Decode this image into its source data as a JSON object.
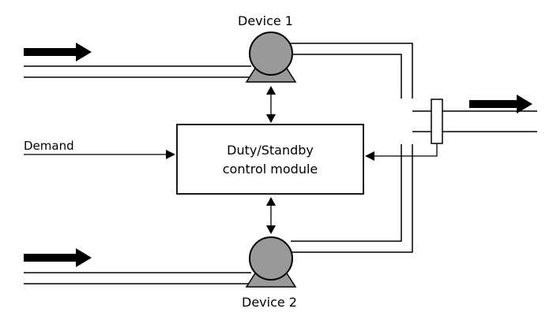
{
  "devices": {
    "device1_label": "Device 1",
    "device2_label": "Device 2"
  },
  "controller": {
    "line1": "Duty/Standby",
    "line2": "control module"
  },
  "inputs": {
    "demand_label": "Demand"
  },
  "colors": {
    "pump_fill": "#999999",
    "line": "#000000",
    "background": "#ffffff"
  },
  "icons": {
    "pump": "centrifugal-pump-icon",
    "flow_arrow": "flow-arrow-icon",
    "sensor": "flow-sensor-icon"
  }
}
